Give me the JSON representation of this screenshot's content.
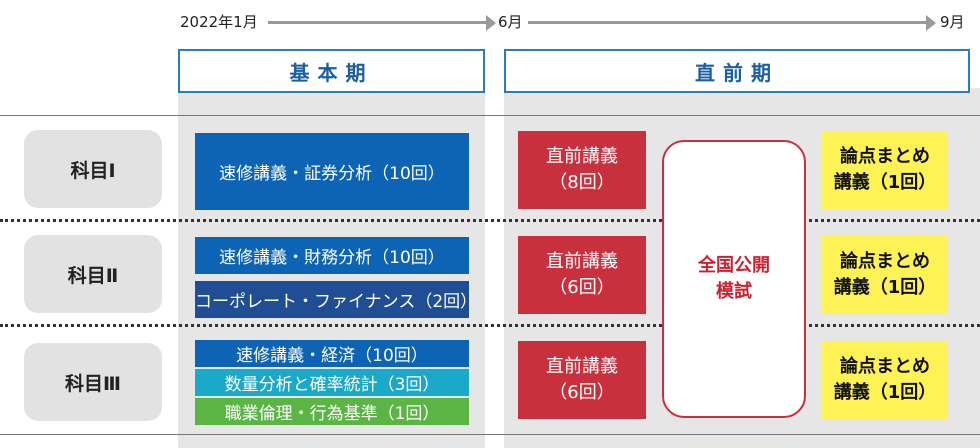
{
  "timeline": {
    "start": "2022年1月",
    "mid": "6月",
    "end": "9月"
  },
  "phases": {
    "basic": "基本期",
    "final": "直前期"
  },
  "subjects": [
    "科目Ⅰ",
    "科目Ⅱ",
    "科目Ⅲ"
  ],
  "basic_courses": {
    "s1": [
      "速修講義・証券分析（10回）"
    ],
    "s2": [
      "速修講義・財務分析（10回）",
      "コーポレート・ファイナンス（2回）"
    ],
    "s3": [
      "速修講義・経済（10回）",
      "数量分析と確率統計（3回）",
      "職業倫理・行為基準（1回）"
    ]
  },
  "final_lectures": {
    "s1": {
      "line1": "直前講義",
      "line2": "（8回）"
    },
    "s2": {
      "line1": "直前講義",
      "line2": "（6回）"
    },
    "s3": {
      "line1": "直前講義",
      "line2": "（6回）"
    }
  },
  "mock_exam": {
    "line1": "全国公開",
    "line2": "模試"
  },
  "summary_lectures": {
    "s1": {
      "line1": "論点まとめ",
      "line2": "講義（1回）"
    },
    "s2": {
      "line1": "論点まとめ",
      "line2": "講義（1回）"
    },
    "s3": {
      "line1": "論点まとめ",
      "line2": "講義（1回）"
    }
  },
  "colors": {
    "blue": "#0e64b4",
    "navy": "#1f4e95",
    "cyan": "#1aa9c9",
    "green": "#5bb544",
    "red": "#c8303d",
    "yellow": "#fff254",
    "phase_border": "#2b7bbf"
  }
}
